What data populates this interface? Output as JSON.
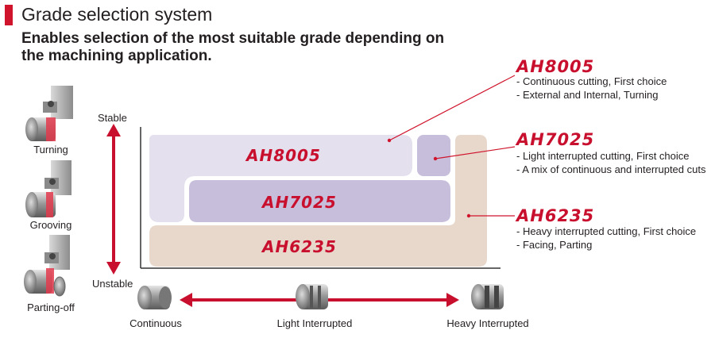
{
  "header": {
    "title": "Grade selection system",
    "subtitle": "Enables selection of the most suitable grade depending on the machining application."
  },
  "applications": [
    {
      "label": "Turning",
      "icon": "turning-tool-icon"
    },
    {
      "label": "Grooving",
      "icon": "grooving-tool-icon"
    },
    {
      "label": "Parting-off",
      "icon": "parting-off-tool-icon"
    }
  ],
  "y_axis": {
    "top_label": "Stable",
    "bottom_label": "Unstable"
  },
  "x_axis": {
    "left_label": "Continuous",
    "middle_label": "Light Interrupted",
    "right_label": "Heavy Interrupted"
  },
  "grades": [
    {
      "name": "AH8005",
      "color": "#e4e0ee",
      "desc": [
        "- Continuous cutting, First choice",
        "- External and Internal, Turning"
      ]
    },
    {
      "name": "AH7025",
      "color": "#c7bedc",
      "desc": [
        "- Light interrupted cutting, First choice",
        "- A mix of continuous and interrupted cuts"
      ]
    },
    {
      "name": "AH6235",
      "color": "#e8d8cc",
      "desc": [
        "- Heavy interrupted cutting, First choice",
        "- Facing, Parting"
      ]
    }
  ],
  "colors": {
    "accent": "#d0142c",
    "arrow": "#c8102e",
    "axis": "#333333"
  }
}
